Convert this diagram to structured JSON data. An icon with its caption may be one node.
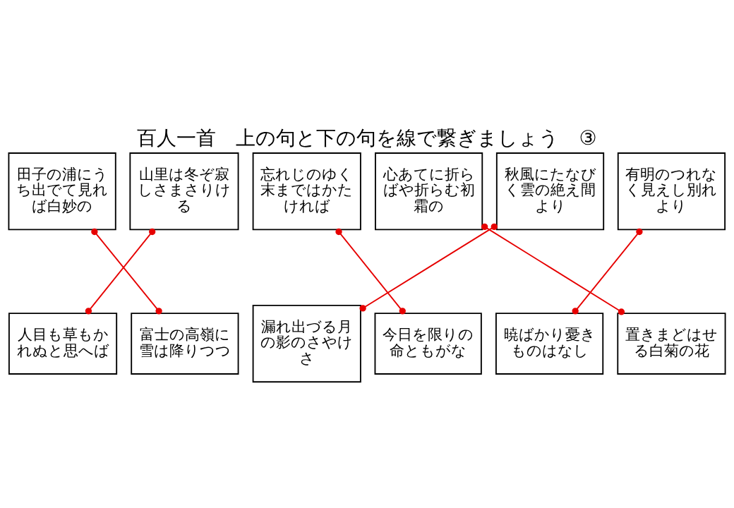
{
  "diagram": {
    "title": "百人一首　上の句と下の句を線で繋ぎましょう　③",
    "nodes": [
      {
        "text": [
          "田子の浦にうち出でて見れば白妙の"
        ]
      },
      {
        "text": [
          "山里は冬ぞ寂しさまさりける"
        ]
      },
      {
        "text": [
          "忘れじのゆく末まではかたければ"
        ]
      },
      {
        "text": [
          "心あてに折らばや折らむ初霜の"
        ]
      },
      {
        "text": [
          "秋風にたなびく雲の絶え間より"
        ]
      },
      {
        "text": [
          "有明のつれなく見えし別れより"
        ]
      },
      {
        "text": [
          "人目も草もかれぬと思へば"
        ]
      },
      {
        "text": [
          "富士の高嶺に雪は降りつつ"
        ]
      },
      {
        "text": [
          "漏れ出づる月の影のさやけさ"
        ]
      },
      {
        "text": [
          "今日を限りの命ともがな"
        ]
      },
      {
        "text": [
          "暁ばかり憂きものはなし"
        ]
      },
      {
        "text": [
          "置きまどはせる白菊の花"
        ]
      }
    ],
    "edges": [
      {
        "from": 0,
        "to": 7,
        "arrow": "other"
      },
      {
        "from": 1,
        "to": 6,
        "arrow": "other"
      },
      {
        "from": 2,
        "to": 9,
        "arrow": "other"
      },
      {
        "from": 3,
        "to": 11,
        "arrow": "other"
      },
      {
        "from": 4,
        "to": 8,
        "arrow": "other"
      },
      {
        "from": 5,
        "to": 10,
        "arrow": "other"
      }
    ]
  }
}
